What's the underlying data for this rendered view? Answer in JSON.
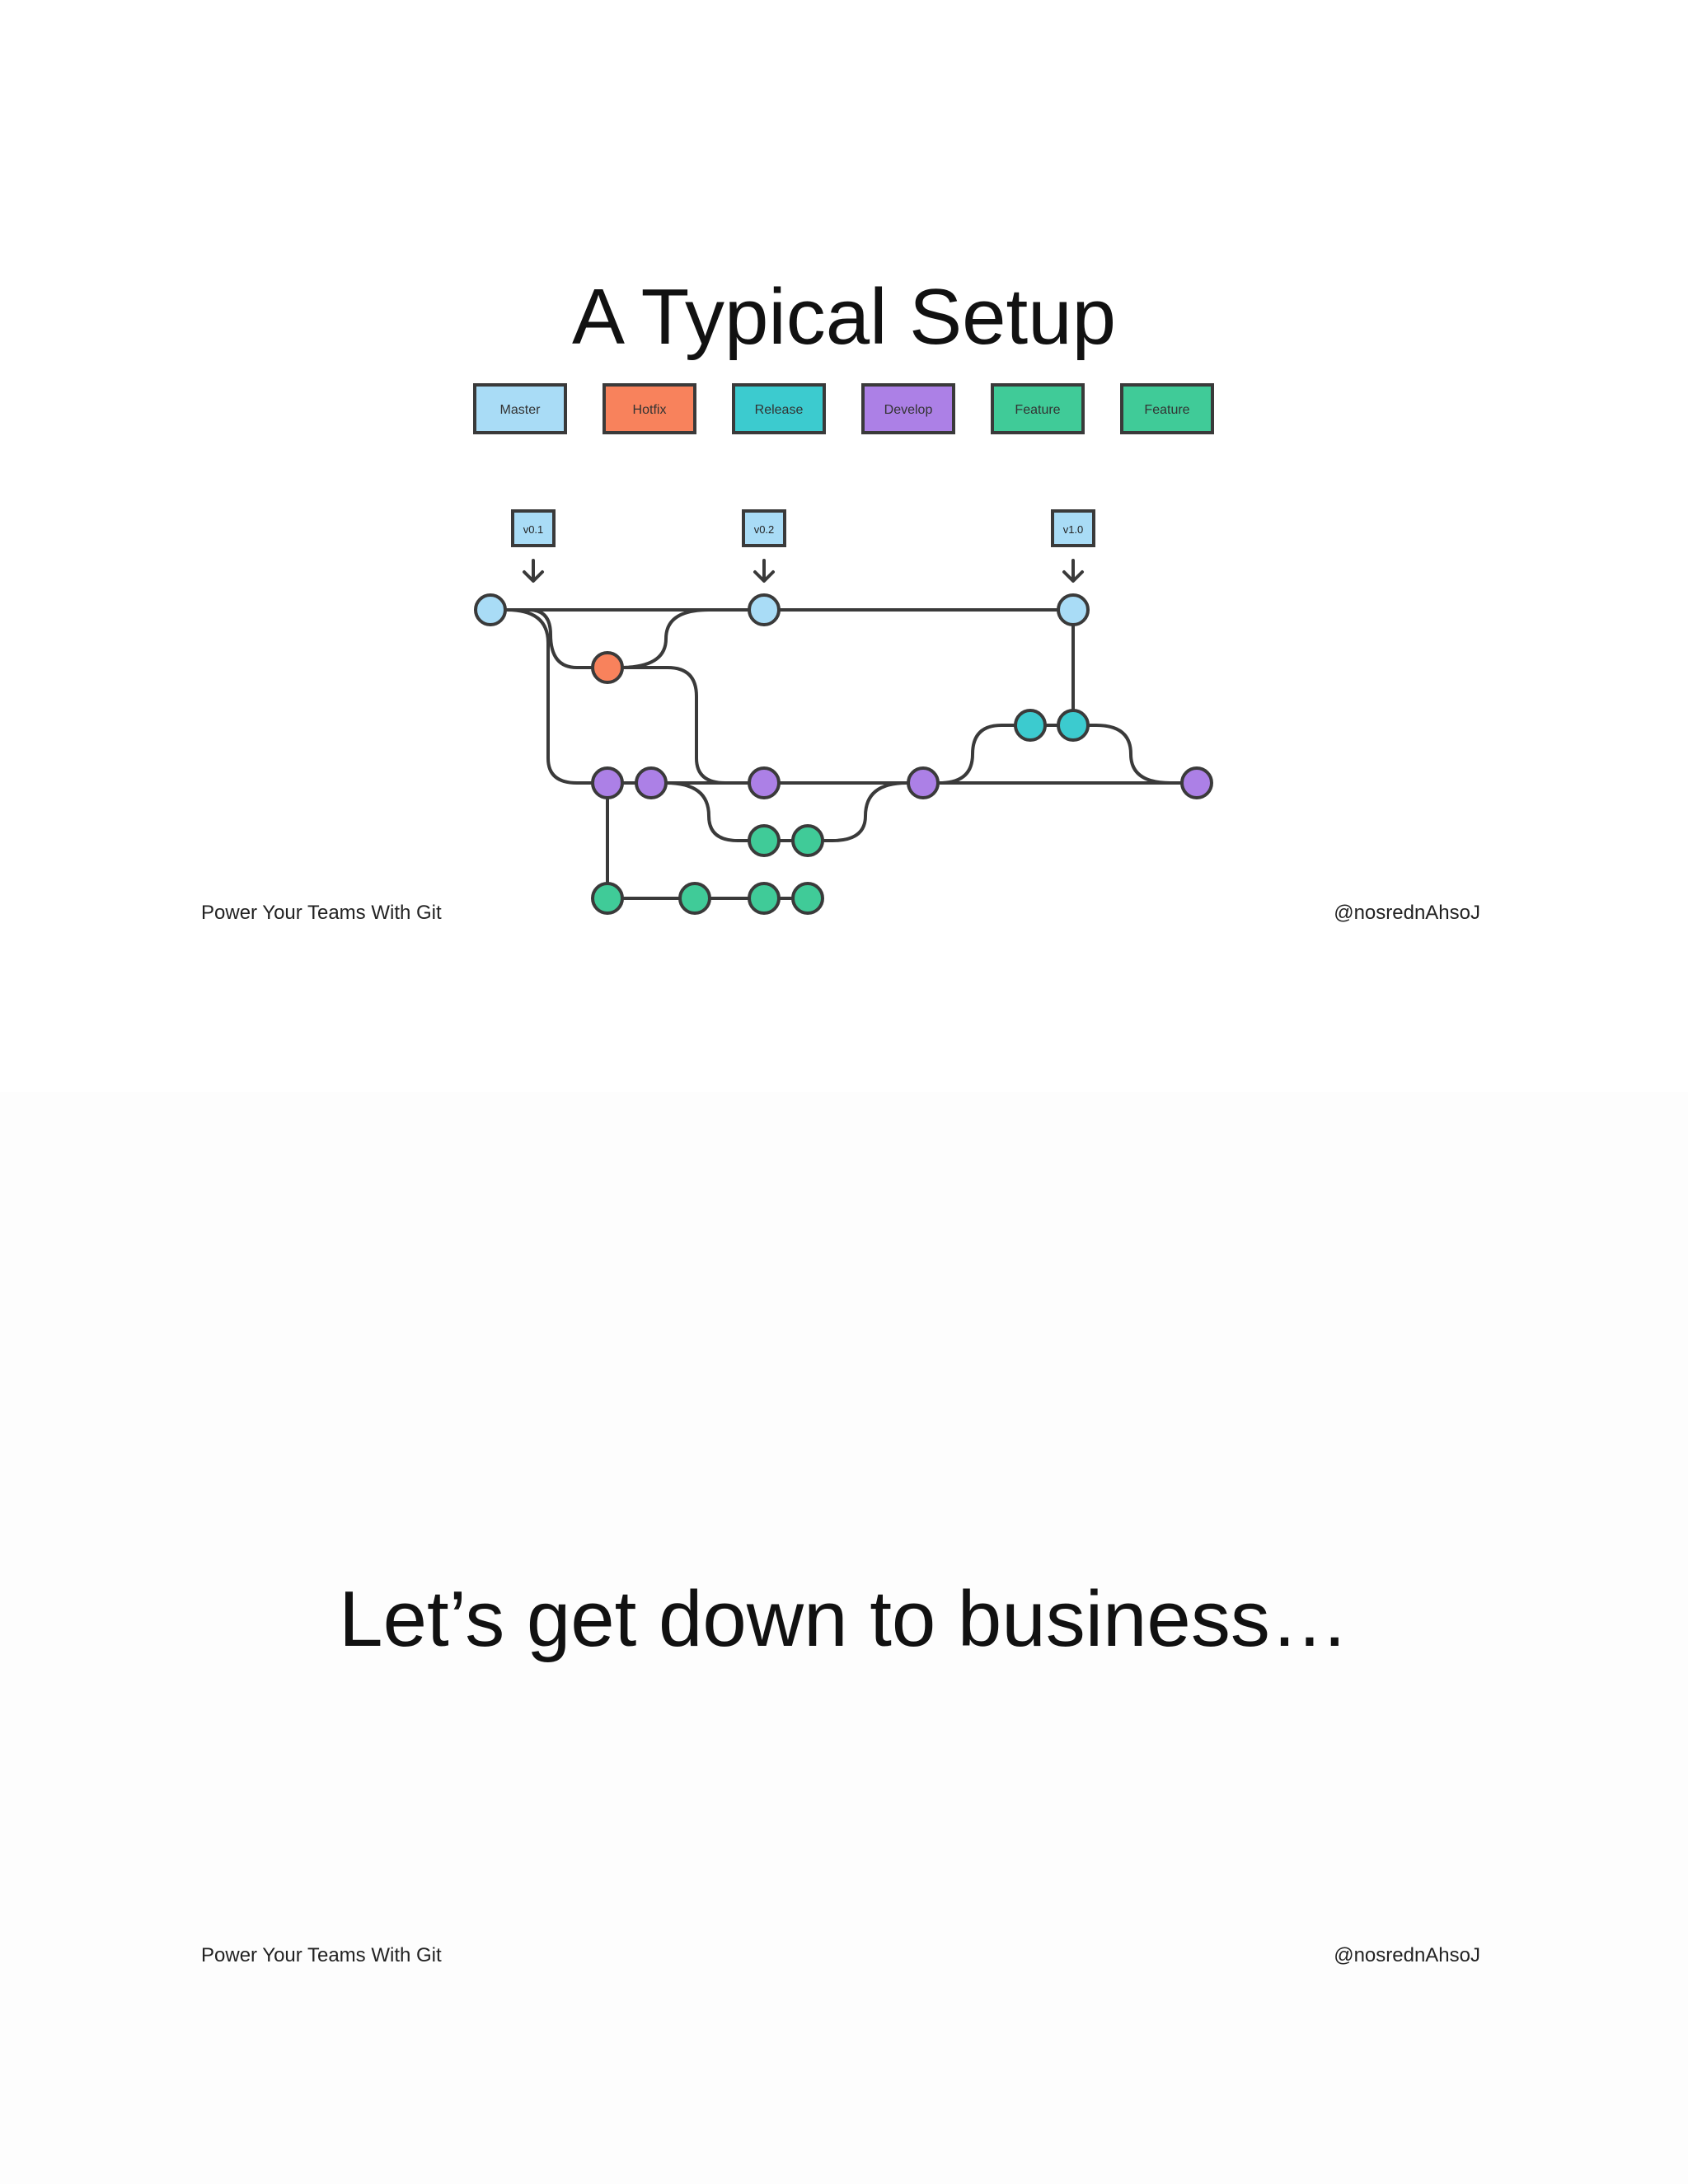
{
  "slides": [
    {
      "title": "A Typical Setup",
      "footer_left": "Power Your Teams With Git",
      "footer_right": "@nosrednAhsoJ",
      "legend": [
        {
          "label": "Master",
          "color": "#a9dcf6"
        },
        {
          "label": "Hotfix",
          "color": "#f8825c"
        },
        {
          "label": "Release",
          "color": "#3ccbcf"
        },
        {
          "label": "Develop",
          "color": "#ac80e6"
        },
        {
          "label": "Feature",
          "color": "#40cb98"
        },
        {
          "label": "Feature",
          "color": "#40cb98"
        }
      ],
      "tags": [
        "v0.1",
        "v0.2",
        "v1.0"
      ],
      "commit_colors": {
        "master": "#a9dcf6",
        "hotfix": "#f8825c",
        "release": "#3ccbcf",
        "develop": "#ac80e6",
        "feature": "#40cb98"
      }
    },
    {
      "title": "Let’s get down to business…",
      "footer_left": "Power Your Teams With Git",
      "footer_right": "@nosrednAhsoJ"
    }
  ]
}
